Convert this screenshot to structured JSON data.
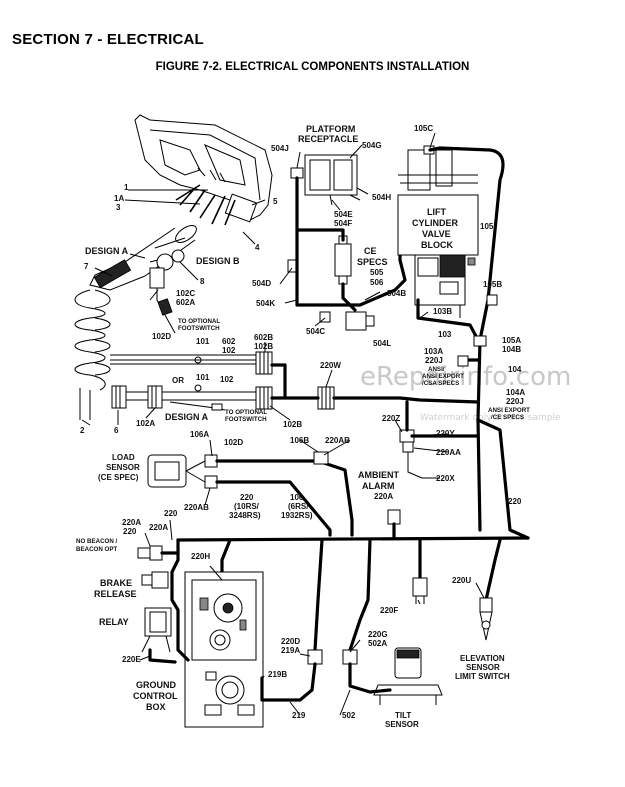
{
  "header": {
    "section": "SECTION 7 - ELECTRICAL",
    "figure": "FIGURE 7-2. ELECTRICAL COMPONENTS INSTALLATION"
  },
  "watermark": {
    "main": "eRepairinfo.com",
    "sub": "Watermark only on this sample"
  },
  "labels": {
    "platform_receptacle_1": "PLATFORM",
    "platform_receptacle_2": "RECEPTACLE",
    "lift_cyl_1": "LIFT",
    "lift_cyl_2": "CYLINDER",
    "lift_cyl_3": "VALVE",
    "lift_cyl_4": "BLOCK",
    "ce_specs_1": "CE",
    "ce_specs_2": "SPECS",
    "design_a_top": "DESIGN A",
    "design_b": "DESIGN B",
    "design_a_mid": "DESIGN A",
    "to_opt_fs_top_1": "TO OPTIONAL",
    "to_opt_fs_top_2": "FOOTSWITCH",
    "to_opt_fs_mid_1": "TO OPTIONAL",
    "to_opt_fs_mid_2": "FOOTSWITCH",
    "or": "OR",
    "load_sensor_1": "LOAD",
    "load_sensor_2": "SENSOR",
    "load_sensor_3": "(CE SPEC)",
    "ambient_1": "AMBIENT",
    "ambient_2": "ALARM",
    "no_beacon_1": "NO BEACON /",
    "no_beacon_2": "BEACON OPT",
    "brake_1": "BRAKE",
    "brake_2": "RELEASE",
    "relay": "RELAY",
    "ground_1": "GROUND",
    "ground_2": "CONTROL",
    "ground_3": "BOX",
    "tilt_1": "TILT",
    "tilt_2": "SENSOR",
    "elev_1": "ELEVATION",
    "elev_2": "SENSOR",
    "elev_3": "LIMIT SWITCH",
    "ansi_1": "ANSI/",
    "ansi_2": "ANSI EXPORT",
    "ansi_3": "/CSA SPECS",
    "ansi_export_1": "ANSI EXPORT",
    "ansi_export_2": "/CE SPECS",
    "w220_10rs_1": "220",
    "w220_10rs_2": "(10RS/",
    "w220_10rs_3": "3248RS)",
    "w106_6rs_1": "106",
    "w106_6rs_2": "(6RS/",
    "w106_6rs_3": "1932RS)"
  },
  "callouts": {
    "c1": "1",
    "c1a": "1A",
    "c3": "3",
    "c5": "5",
    "c4": "4",
    "c7": "7",
    "c8": "8",
    "c102c": "102C",
    "c602a": "602A",
    "c102d_top": "102D",
    "c504j": "504J",
    "c504g": "504G",
    "c504h": "504H",
    "c504e": "504E",
    "c504f": "504F",
    "c504d": "504D",
    "c504k": "504K",
    "c505": "505",
    "c506": "506",
    "c504b": "504B",
    "c504c": "504C",
    "c504l": "504L",
    "c105c": "105C",
    "c105": "105",
    "c105b": "105B",
    "c103b": "103B",
    "c103": "103",
    "c105a": "105A",
    "c104b": "104B",
    "c103a": "103A",
    "c220j_a": "220J",
    "c104": "104",
    "c104a": "104A",
    "c220j_b": "220J",
    "c101a": "101",
    "c602": "602",
    "c102a_top": "102",
    "c602b": "602B",
    "c102b_top": "102B",
    "c101b": "101",
    "c102_mid": "102",
    "c220w": "220W",
    "c2": "2",
    "c6": "6",
    "c102a": "102A",
    "c102b": "102B",
    "c102d_mid": "102D",
    "c220z": "220Z",
    "c220y": "220Y",
    "c220aa": "220AA",
    "c220x": "220X",
    "c106a": "106A",
    "c106b": "106B",
    "c220ab_top": "220AB",
    "c220ab": "220AB",
    "c220a_mid": "220A",
    "c220_right": "220",
    "c220a_left": "220A",
    "c220_left": "220",
    "c220a_2": "220A",
    "c220_3": "220",
    "c220h": "220H",
    "c220e": "220E",
    "c220f": "220F",
    "c220u": "220U",
    "c220d": "220D",
    "c219a": "219A",
    "c220g": "220G",
    "c502a": "502A",
    "c219b": "219B",
    "c219": "219",
    "c502": "502"
  }
}
